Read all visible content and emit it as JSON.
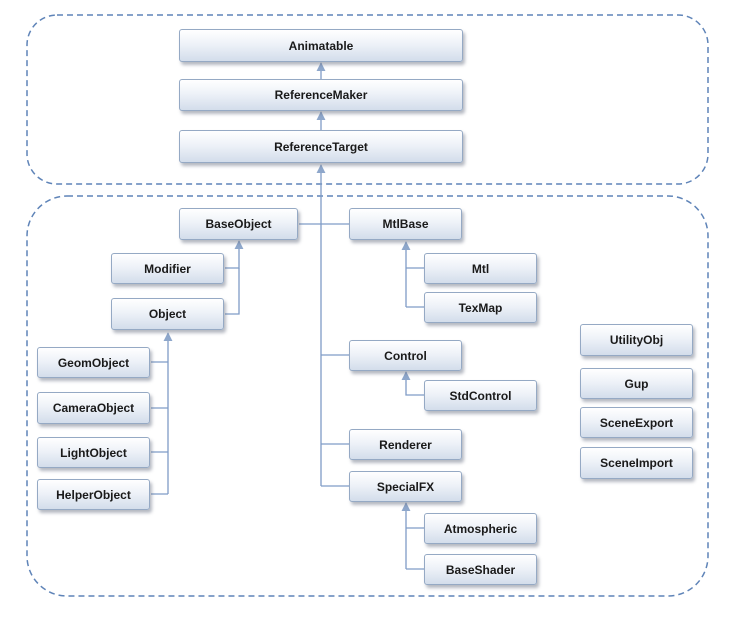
{
  "nodes": {
    "animatable": "Animatable",
    "reference_maker": "ReferenceMaker",
    "reference_target": "ReferenceTarget",
    "base_object": "BaseObject",
    "modifier": "Modifier",
    "object": "Object",
    "geom_object": "GeomObject",
    "camera_object": "CameraObject",
    "light_object": "LightObject",
    "helper_object": "HelperObject",
    "mtl_base": "MtlBase",
    "mtl": "Mtl",
    "tex_map": "TexMap",
    "control": "Control",
    "std_control": "StdControl",
    "renderer": "Renderer",
    "special_fx": "SpecialFX",
    "atmospheric": "Atmospheric",
    "base_shader": "BaseShader",
    "utility_obj": "UtilityObj",
    "gup": "Gup",
    "scene_export": "SceneExport",
    "scene_import": "SceneImport"
  },
  "colors": {
    "connector": "#7f9cc6",
    "group_border": "#5f84b8",
    "node_border": "#95a9c4"
  }
}
